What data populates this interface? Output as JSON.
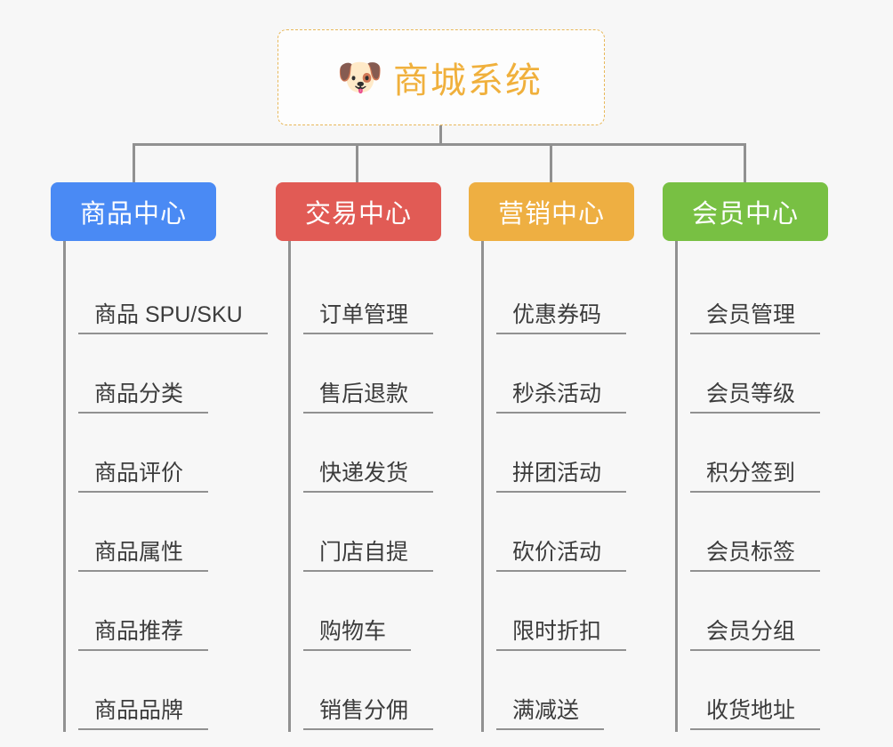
{
  "canvas": {
    "background": "#f7f7f7",
    "connector_color": "#919191"
  },
  "root": {
    "icon": "shiba-dog-face-emoji",
    "emoji": "🐶",
    "title": "商城系统",
    "title_color": "#f0b03c",
    "border_color": "#e8b85a",
    "border_style": "dashed"
  },
  "categories": [
    {
      "label": "商品中心",
      "color": "#4a8af4",
      "items": [
        "商品 SPU/SKU",
        "商品分类",
        "商品评价",
        "商品属性",
        "商品推荐",
        "商品品牌"
      ]
    },
    {
      "label": "交易中心",
      "color": "#e15b55",
      "items": [
        "订单管理",
        "售后退款",
        "快递发货",
        "门店自提",
        "购物车",
        "销售分佣"
      ]
    },
    {
      "label": "营销中心",
      "color": "#eeaf42",
      "items": [
        "优惠券码",
        "秒杀活动",
        "拼团活动",
        "砍价活动",
        "限时折扣",
        "满减送"
      ]
    },
    {
      "label": "会员中心",
      "color": "#78c043",
      "items": [
        "会员管理",
        "会员等级",
        "积分签到",
        "会员标签",
        "会员分组",
        "收货地址"
      ]
    }
  ]
}
